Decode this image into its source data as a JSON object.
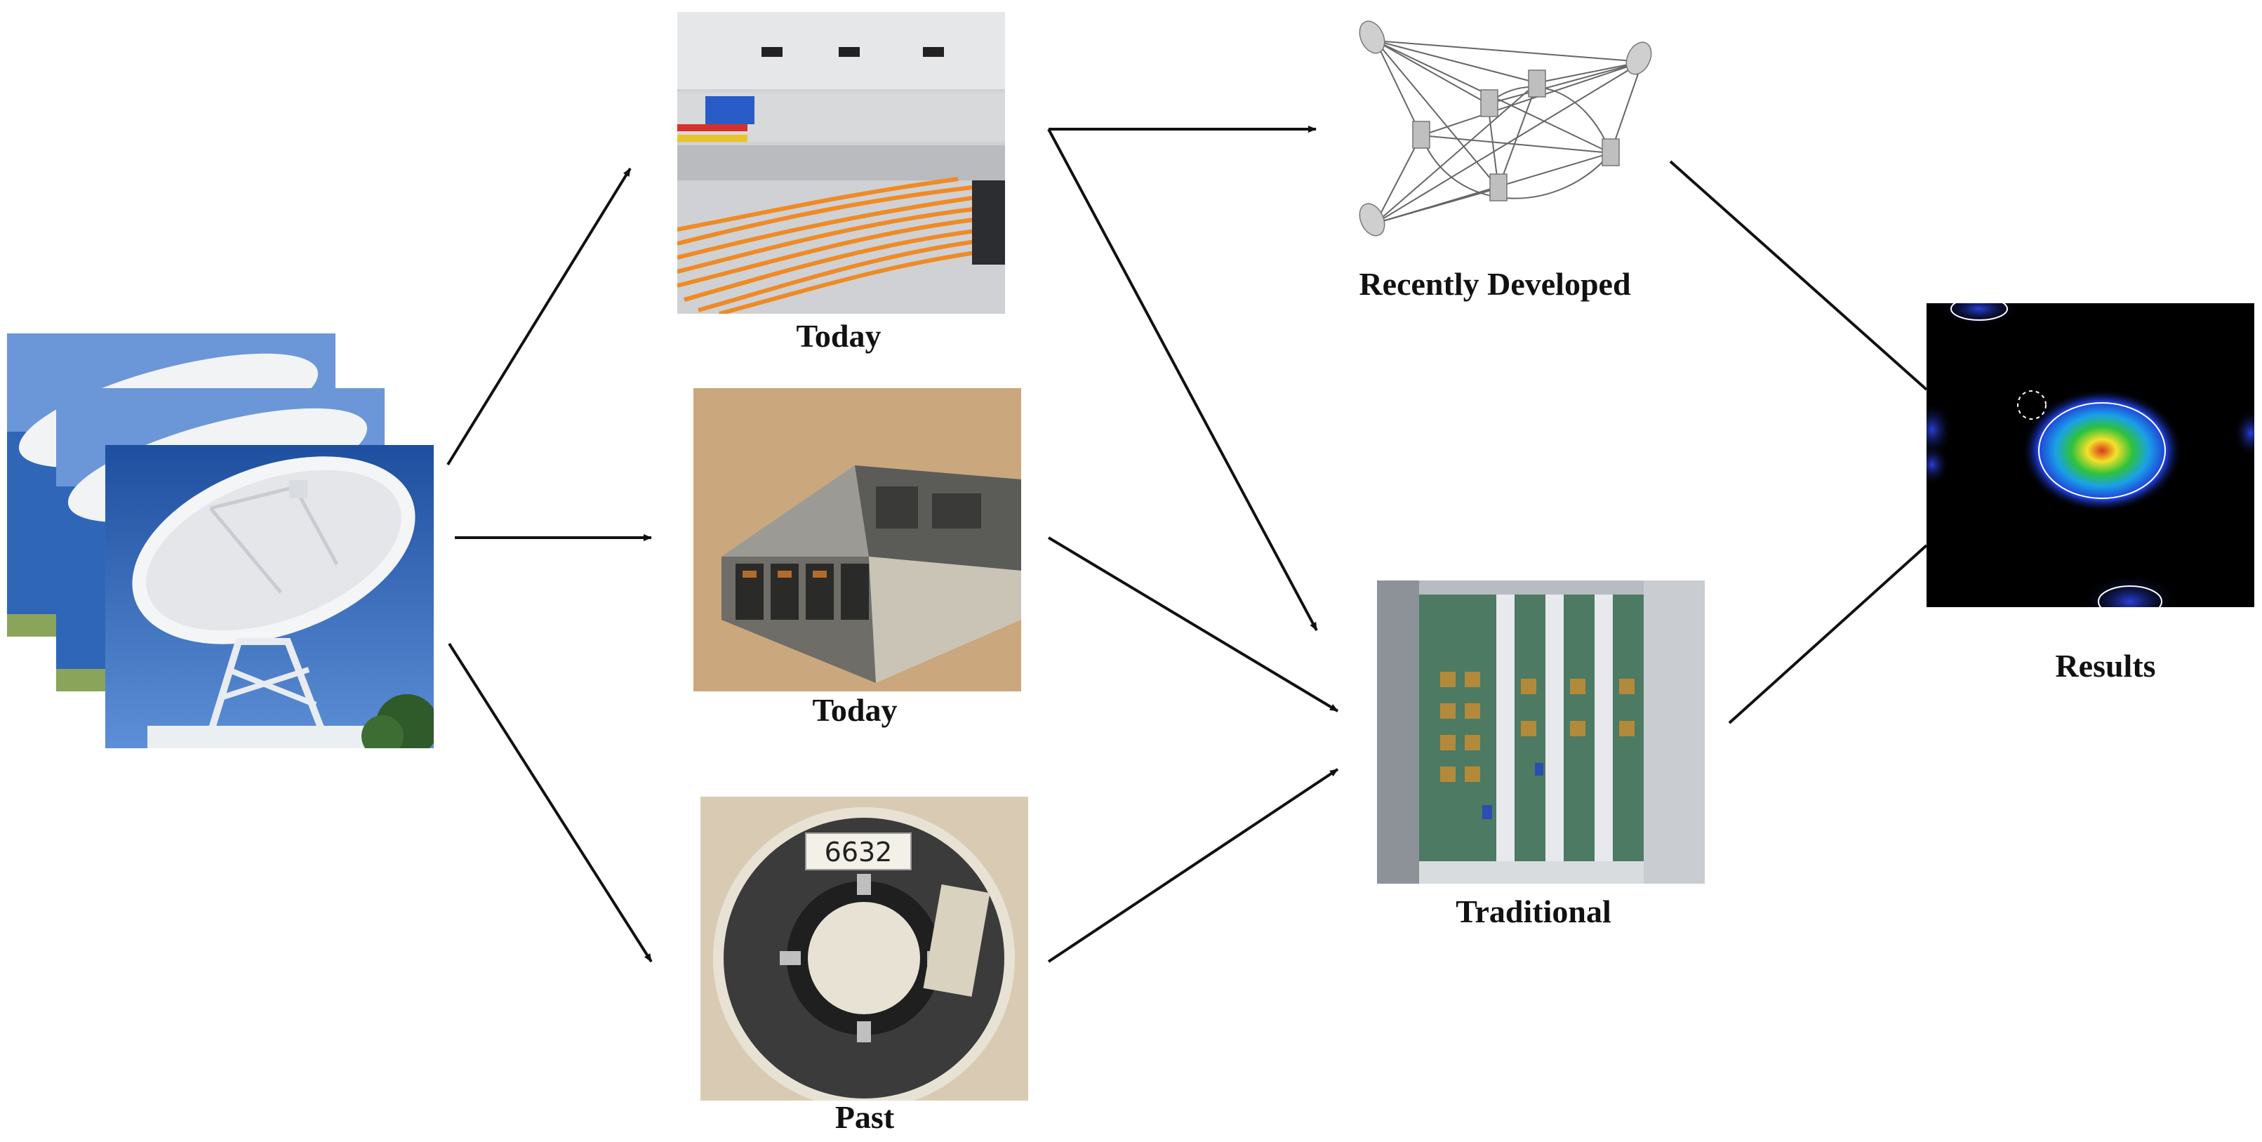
{
  "nodes": {
    "telescopes": {
      "icon": "radio-telescope-dish-stack-icon"
    },
    "today_fiber": {
      "label": "Today",
      "icon": "fiber-optic-patch-panel-icon"
    },
    "today_disk": {
      "label": "Today",
      "icon": "disk-pack-recorder-icon"
    },
    "past_tape": {
      "label": "Past",
      "icon": "magnetic-tape-reel-icon",
      "reel_number": "6632"
    },
    "recently_developed": {
      "label": "Recently Developed",
      "icon": "distributed-software-correlator-network-icon"
    },
    "traditional": {
      "label": "Traditional",
      "icon": "hardware-correlator-rack-icon"
    },
    "results": {
      "label": "Results",
      "icon": "radio-source-image-icon"
    }
  },
  "colors": {
    "arrow": "#111111",
    "sky": "#2a5aa8",
    "fiber": "#f08a24",
    "results_background": "#000000"
  }
}
